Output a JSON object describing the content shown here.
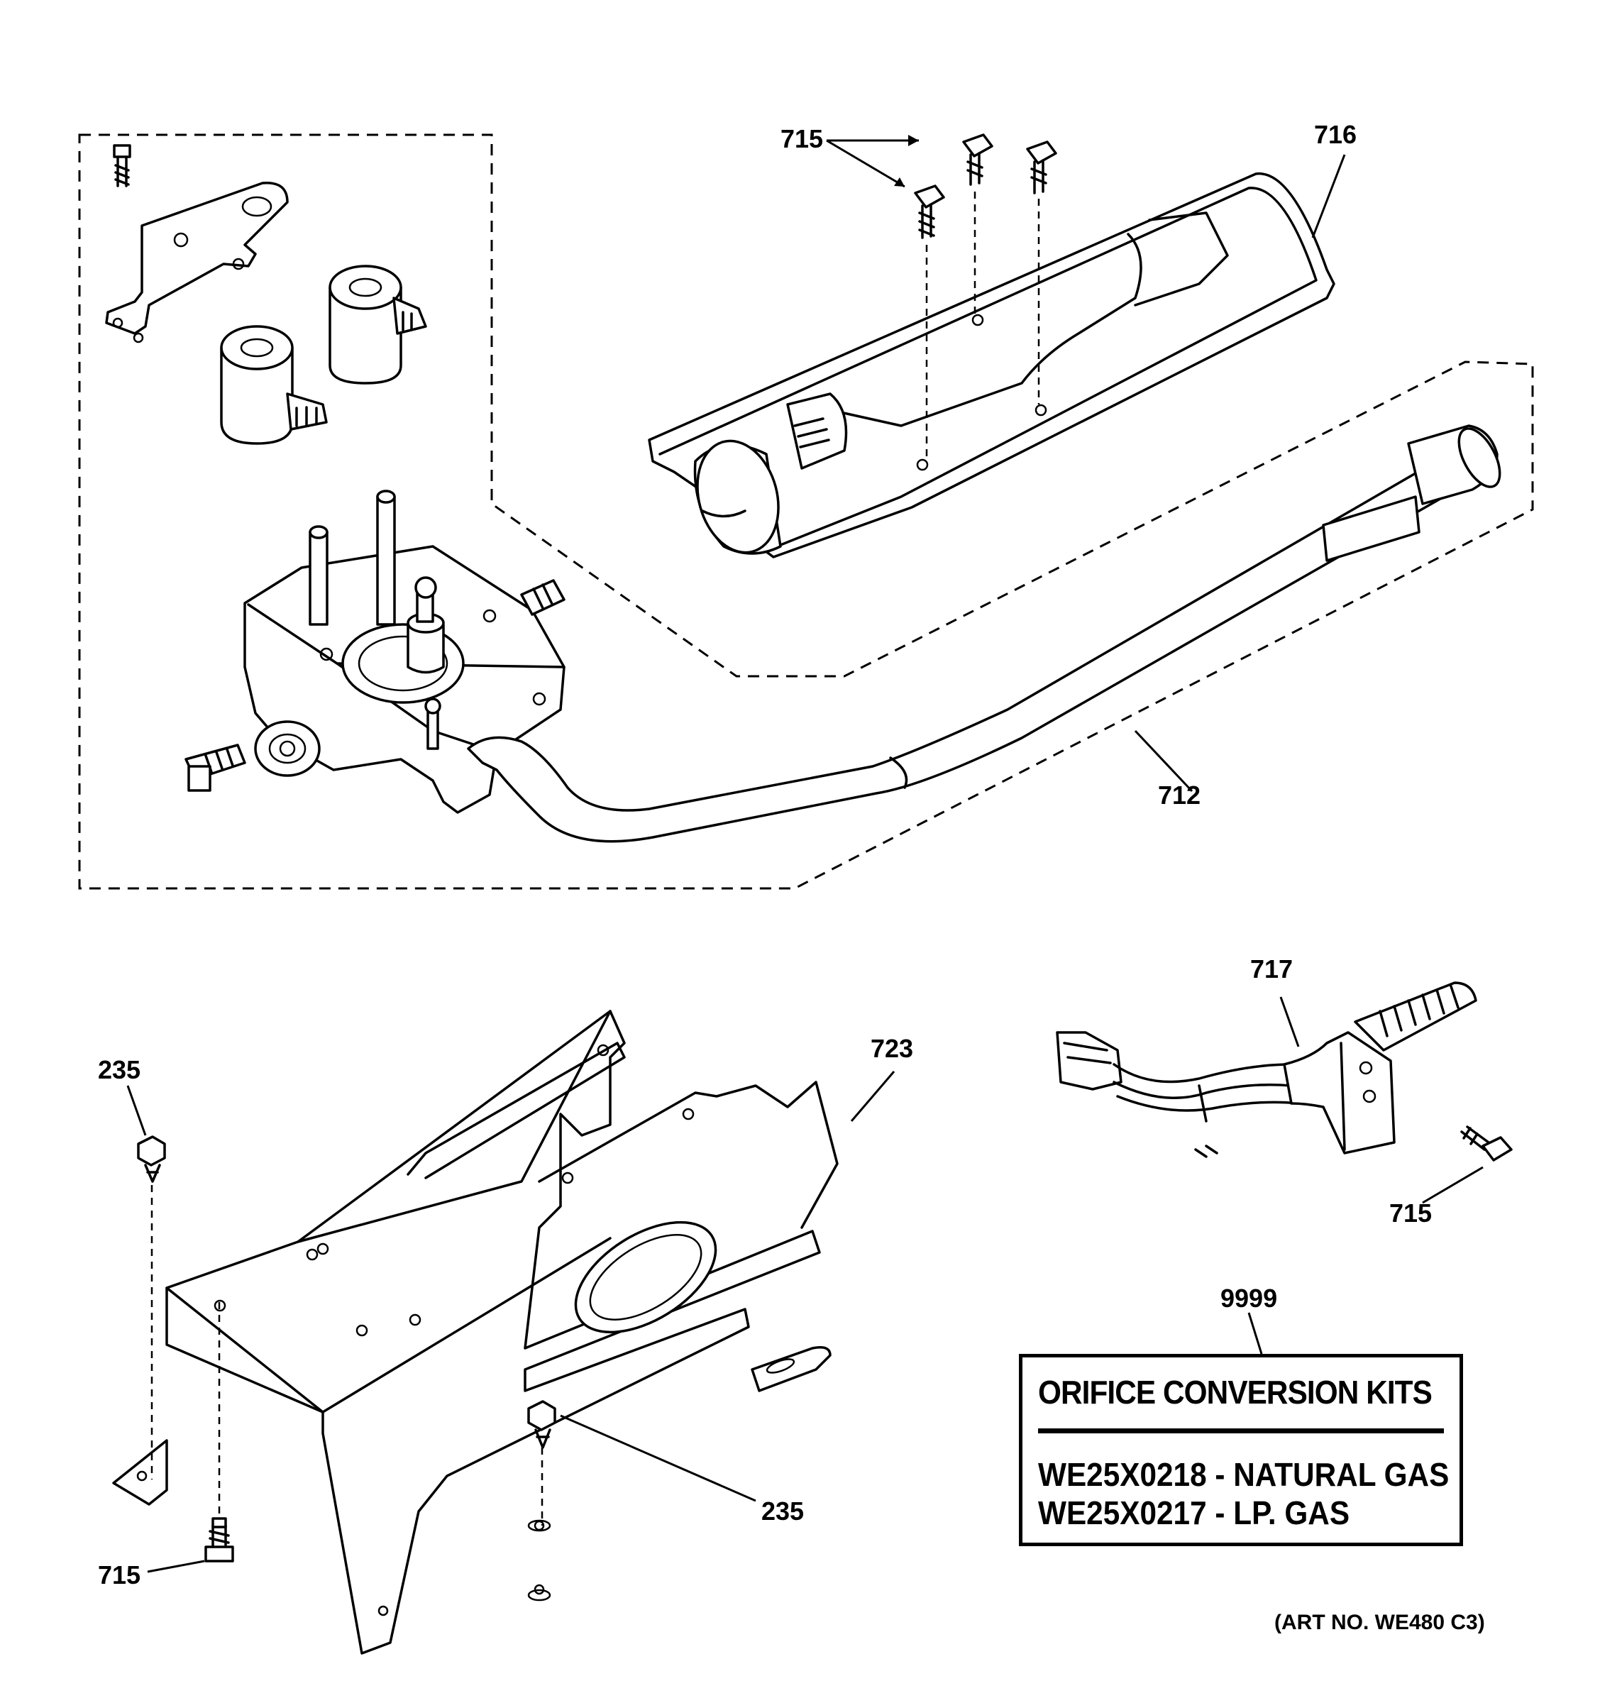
{
  "callouts": {
    "c715_top": "715",
    "c716": "716",
    "c712": "712",
    "c717": "717",
    "c723": "723",
    "c235_left": "235",
    "c235_right": "235",
    "c715_bottom": "715",
    "c715_right": "715",
    "c9999": "9999"
  },
  "kit_box": {
    "title": "ORIFICE CONVERSION KITS",
    "line1": "WE25X0218 - NATURAL GAS",
    "line2": "WE25X0217 - LP. GAS"
  },
  "art_number": "(ART NO. WE480 C3)"
}
